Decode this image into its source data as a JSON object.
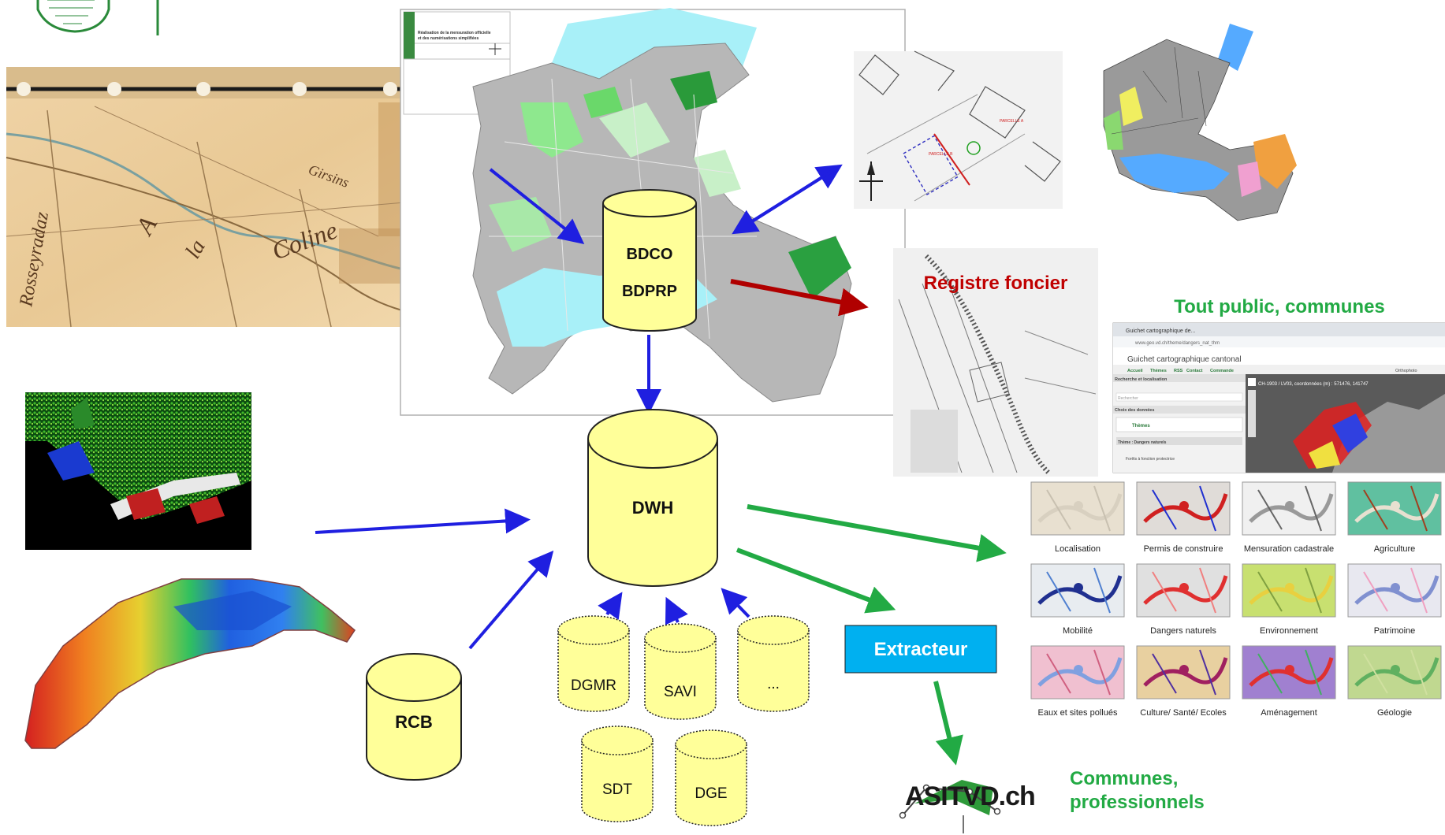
{
  "databases": {
    "bdco": "BDCO",
    "bdprp": "BDPRP",
    "dwh": "DWH",
    "rcb": "RCB",
    "dgmr": "DGMR",
    "savi": "SAVI",
    "more": "...",
    "sdt": "SDT",
    "dge": "DGE"
  },
  "labels": {
    "registre_foncier": "Registre foncier",
    "tout_public": "Tout public, communes",
    "extracteur": "Extracteur",
    "communes_pro_line1": "Communes,",
    "communes_pro_line2": "professionnels",
    "asit_logo": "ASITVD.ch"
  },
  "map_title": {
    "line1": "Réalisation de la mensuration officielle",
    "line2": "et des numérisations simplifiées"
  },
  "survey_plan": {
    "parcel_a": "PARCELLE A",
    "parcel_b": "PARCELLE B"
  },
  "browser": {
    "tab_title": "Guichet cartographique de...",
    "url": "www.geo.vd.ch/theme/dangers_nat_thm",
    "app_title": "Guichet cartographique cantonal",
    "nav": [
      "Accueil",
      "Thèmes",
      "RSS",
      "Contact",
      "Commande"
    ],
    "search_label": "Recherche et localisation",
    "search_placeholder": "Rechercher",
    "data_choice": "Choix des données",
    "themes": "Thèmes",
    "theme_name": "Thème : Dangers naturels",
    "layer1": "Forêts à fonction protectrice",
    "coords": "CH-1903 / LV03, coordonnées (m) : 571476, 141747",
    "basemap": "Orthophoto"
  },
  "themes": [
    {
      "label": "Localisation"
    },
    {
      "label": "Permis de construire"
    },
    {
      "label": "Mensuration cadastrale"
    },
    {
      "label": "Agriculture"
    },
    {
      "label": "Mobilité"
    },
    {
      "label": "Dangers naturels"
    },
    {
      "label": "Environnement"
    },
    {
      "label": "Patrimoine"
    },
    {
      "label": "Eaux et sites pollués"
    },
    {
      "label": "Culture/ Santé/ Ecoles"
    },
    {
      "label": "Aménagement"
    },
    {
      "label": "Géologie"
    }
  ],
  "colors": {
    "db_fill": "#ffff99",
    "arrow_blue": "#1f1fe0",
    "arrow_red": "#b00000",
    "arrow_green": "#22aa44",
    "extracteur_bg": "#00b0f0",
    "green_text": "#22aa44",
    "red_text": "#c00000"
  }
}
